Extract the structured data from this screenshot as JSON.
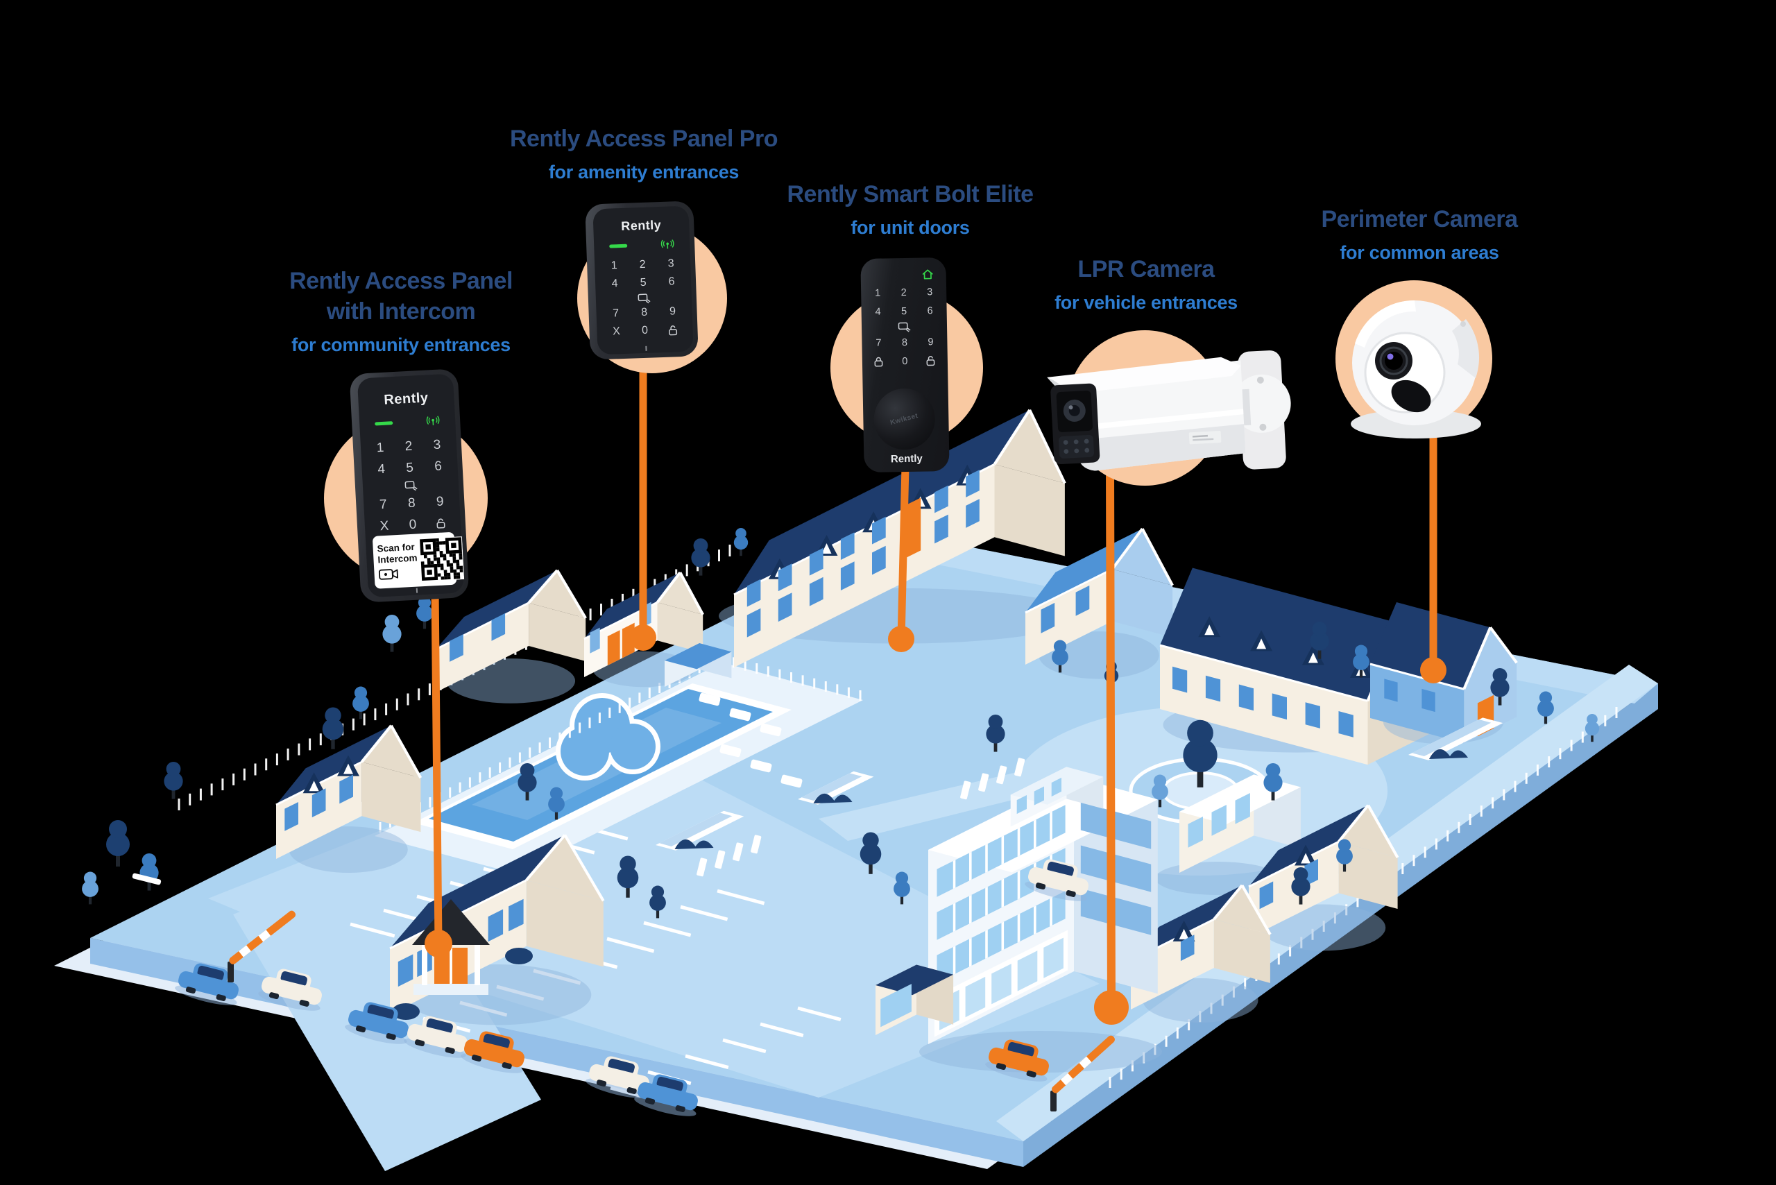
{
  "colors": {
    "background": "#000000",
    "accent_orange": "#f07c1f",
    "halo_peach": "#f9c9a2",
    "title_navy": "#2b4c80",
    "subtitle_blue": "#2e7dd1",
    "indicator_green": "#35d94a"
  },
  "products": [
    {
      "id": "access-panel-intercom",
      "title_line1": "Rently Access Panel",
      "title_line2": "with Intercom",
      "subtitle": "for community entrances"
    },
    {
      "id": "access-panel-pro",
      "title_line1": "Rently Access Panel Pro",
      "title_line2": "",
      "subtitle": "for amenity entrances"
    },
    {
      "id": "smart-bolt-elite",
      "title_line1": "Rently Smart Bolt Elite",
      "title_line2": "",
      "subtitle": "for unit doors"
    },
    {
      "id": "lpr-camera",
      "title_line1": "LPR Camera",
      "title_line2": "",
      "subtitle": "for vehicle entrances"
    },
    {
      "id": "perimeter-camera",
      "title_line1": "Perimeter Camera",
      "title_line2": "",
      "subtitle": "for common areas"
    }
  ],
  "devices": {
    "panel": {
      "brand": "Rently",
      "rows": [
        [
          "1",
          "2",
          "3"
        ],
        [
          "4",
          "5",
          "6"
        ],
        [
          "card-icon"
        ],
        [
          "7",
          "8",
          "9"
        ],
        [
          "X",
          "0",
          "unlock-icon"
        ]
      ],
      "indicator_icons": [
        "green-dash-indicator",
        "antenna-icon"
      ]
    },
    "intercom_label": {
      "line1": "Scan for",
      "line2": "Intercom",
      "icons": [
        "video-camera-icon",
        "qr-code"
      ]
    },
    "bolt": {
      "brand": "Rently",
      "knob_brand": "Kwikset",
      "top_icon": "home-icon",
      "rows": [
        [
          "1",
          "2",
          "3"
        ],
        [
          "4",
          "5",
          "6"
        ],
        [
          "card-icon"
        ],
        [
          "7",
          "8",
          "9"
        ],
        [
          "lock-icon",
          "0",
          "unlock-icon"
        ]
      ]
    }
  }
}
